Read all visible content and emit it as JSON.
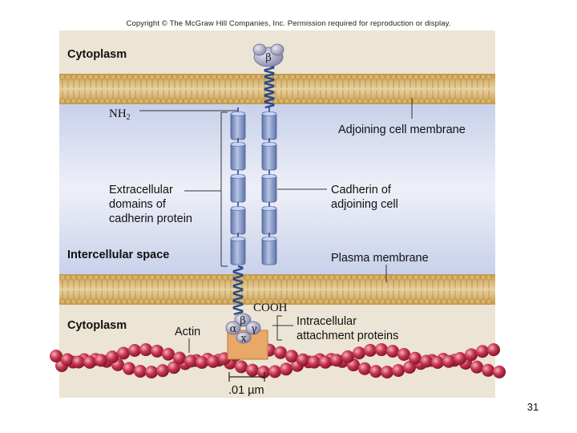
{
  "header": {
    "copyright": "Copyright © The McGraw Hill Companies, Inc. Permission required for reproduction or display."
  },
  "labels": {
    "cytoplasm_top": "Cytoplasm",
    "nh2": "NH",
    "nh2_sub": "2",
    "adjoining_membrane": "Adjoining cell membrane",
    "extracellular_1": "Extracellular",
    "extracellular_2": "domains of",
    "extracellular_3": "cadherin protein",
    "cadherin_adj_1": "Cadherin of",
    "cadherin_adj_2": "adjoining cell",
    "intercellular_space": "Intercellular space",
    "plasma_membrane": "Plasma membrane",
    "cooh": "COOH",
    "cytoplasm_bottom": "Cytoplasm",
    "actin": "Actin",
    "intracellular_1": "Intracellular",
    "intracellular_2": "attachment proteins",
    "scale": ".01 µm",
    "beta": "β",
    "alpha": "α",
    "gamma": "γ",
    "x": "x"
  },
  "footer": {
    "page_number": "31"
  },
  "colors": {
    "cytoplasm_bg": "#ece4d4",
    "membrane": "#c9a45a",
    "intercellular_bg": "#dfe4f2",
    "cadherin": "#8ea4d2",
    "actin": "#c23a52",
    "attachment_box": "#e8a868"
  }
}
